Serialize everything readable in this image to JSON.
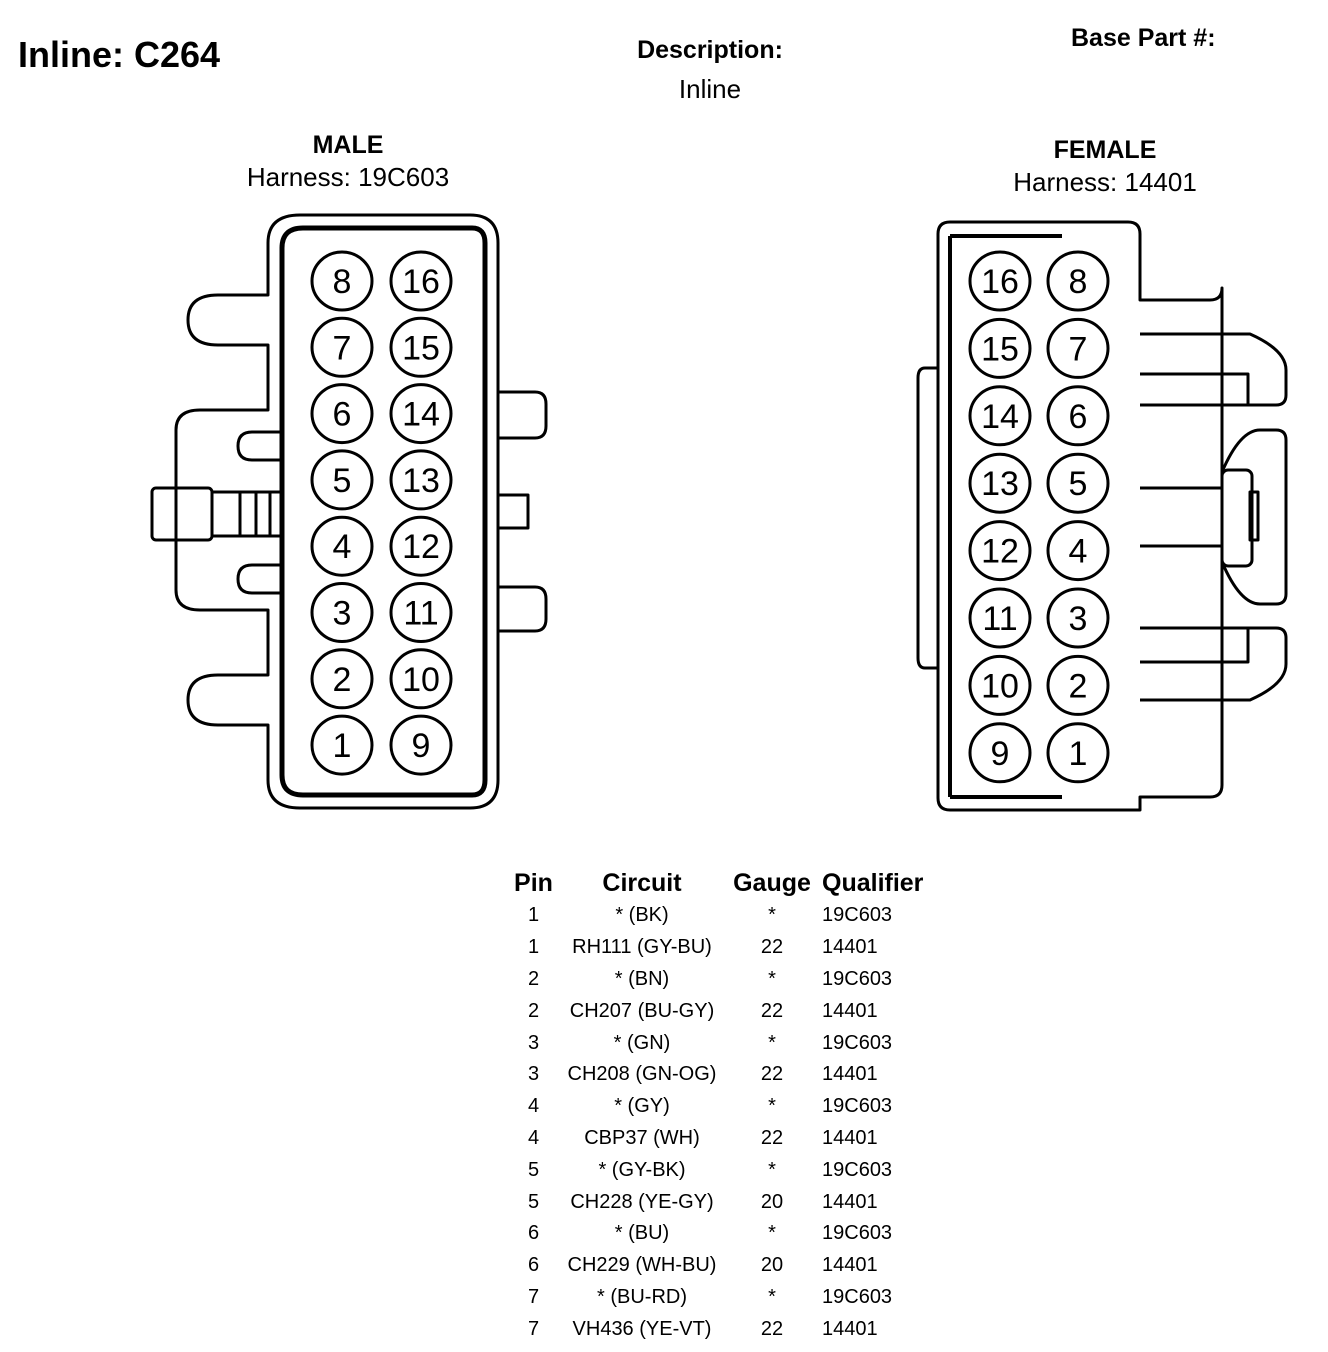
{
  "title": "Inline: C264",
  "description": {
    "label": "Description:",
    "value": "Inline"
  },
  "base_part": {
    "label": "Base Part #:"
  },
  "male": {
    "label": "MALE",
    "harness": "Harness: 19C603",
    "left_column": [
      "8",
      "7",
      "6",
      "5",
      "4",
      "3",
      "2",
      "1"
    ],
    "right_column": [
      "16",
      "15",
      "14",
      "13",
      "12",
      "11",
      "10",
      "9"
    ]
  },
  "female": {
    "label": "FEMALE",
    "harness": "Harness: 14401",
    "left_column": [
      "16",
      "15",
      "14",
      "13",
      "12",
      "11",
      "10",
      "9"
    ],
    "right_column": [
      "8",
      "7",
      "6",
      "5",
      "4",
      "3",
      "2",
      "1"
    ]
  },
  "table": {
    "headers": {
      "pin": "Pin",
      "circuit": "Circuit",
      "gauge": "Gauge",
      "qualifier": "Qualifier"
    },
    "rows": [
      {
        "pin": "1",
        "circuit": "* (BK)",
        "gauge": "*",
        "qualifier": "19C603"
      },
      {
        "pin": "1",
        "circuit": "RH111 (GY-BU)",
        "gauge": "22",
        "qualifier": "14401"
      },
      {
        "pin": "2",
        "circuit": "* (BN)",
        "gauge": "*",
        "qualifier": "19C603"
      },
      {
        "pin": "2",
        "circuit": "CH207 (BU-GY)",
        "gauge": "22",
        "qualifier": "14401"
      },
      {
        "pin": "3",
        "circuit": "* (GN)",
        "gauge": "*",
        "qualifier": "19C603"
      },
      {
        "pin": "3",
        "circuit": "CH208 (GN-OG)",
        "gauge": "22",
        "qualifier": "14401"
      },
      {
        "pin": "4",
        "circuit": "* (GY)",
        "gauge": "*",
        "qualifier": "19C603"
      },
      {
        "pin": "4",
        "circuit": "CBP37 (WH)",
        "gauge": "22",
        "qualifier": "14401"
      },
      {
        "pin": "5",
        "circuit": "* (GY-BK)",
        "gauge": "*",
        "qualifier": "19C603"
      },
      {
        "pin": "5",
        "circuit": "CH228 (YE-GY)",
        "gauge": "20",
        "qualifier": "14401"
      },
      {
        "pin": "6",
        "circuit": "* (BU)",
        "gauge": "*",
        "qualifier": "19C603"
      },
      {
        "pin": "6",
        "circuit": "CH229 (WH-BU)",
        "gauge": "20",
        "qualifier": "14401"
      },
      {
        "pin": "7",
        "circuit": "* (BU-RD)",
        "gauge": "*",
        "qualifier": "19C603"
      },
      {
        "pin": "7",
        "circuit": "VH436 (YE-VT)",
        "gauge": "22",
        "qualifier": "14401"
      }
    ]
  }
}
